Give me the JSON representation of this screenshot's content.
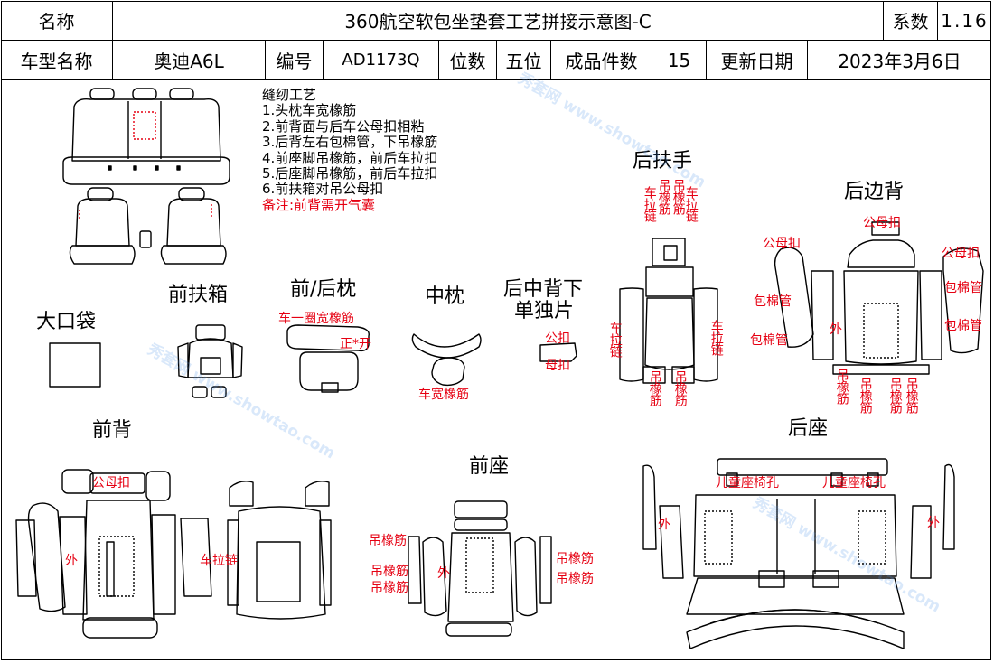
{
  "header": {
    "name_label": "名称",
    "title": "360航空软包坐垫套工艺拼接示意图-C",
    "coef_label": "系数",
    "coef_value": "1.16",
    "model_label": "车型名称",
    "model_value": "奥迪A6L",
    "code_label": "编号",
    "code_value": "AD1173Q",
    "seats_label": "位数",
    "seats_value": "五位",
    "pieces_label": "成品件数",
    "pieces_value": "15",
    "update_label": "更新日期",
    "update_value": "2023年3月6日"
  },
  "notes": {
    "title": "缝纫工艺",
    "items": [
      "1.头枕车宽橡筋",
      "2.前背面与后车公母扣相粘",
      "3.后背左右包棉管，下吊橡筋",
      "4.前座脚吊橡筋，前后车拉扣",
      "5.后座脚吊橡筋，前后车拉扣",
      "6.前扶箱对吊公母扣"
    ],
    "remark": "备注:前背需开气囊"
  },
  "sections": {
    "rear_armrest": "后扶手",
    "rear_side_back": "后边背",
    "front_armbox": "前扶箱",
    "headrest": "前/后枕",
    "middle_headrest": "中枕",
    "rear_middle_back_line1": "后中背下",
    "rear_middle_back_line2": "单独片",
    "big_pocket": "大口袋",
    "front_back": "前背",
    "front_seat": "前座",
    "rear_seat": "后座"
  },
  "annotations": {
    "sew_elastic_ring": "车一圈宽橡筋",
    "front_opening": "正*开",
    "sew_wide_elastic": "车宽橡筋",
    "male_buckle": "公扣",
    "female_buckle": "母扣",
    "hang_elastic": "吊橡筋",
    "sew_zipper": "车拉链",
    "snap_buckle": "公母扣",
    "cotton_tube": "包棉管",
    "outside": "外",
    "child_seat_hole": "儿童座椅孔"
  },
  "watermark": "秀套网 www.showtao.com"
}
